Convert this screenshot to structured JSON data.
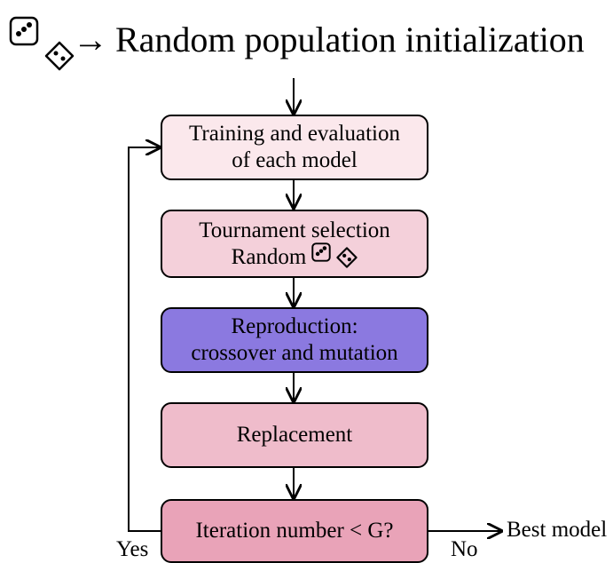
{
  "title": {
    "arrow": "→",
    "text": "Random population initialization"
  },
  "steps": [
    {
      "lines": [
        "Training and evaluation",
        "of each model"
      ],
      "fill": "#fbe8ec"
    },
    {
      "lines": [
        "Tournament selection"
      ],
      "prefix": "Random",
      "fill": "#f4d0da"
    },
    {
      "lines": [
        "Reproduction:",
        "crossover and mutation"
      ],
      "fill": "#8b79e0"
    },
    {
      "lines": [
        "Replacement"
      ],
      "fill": "#efbccb"
    },
    {
      "lines": [
        "Iteration number < G?"
      ],
      "fill": "#e9a3b8"
    }
  ],
  "labels": {
    "yes": "Yes",
    "no": "No",
    "output": "Best model"
  },
  "icons": [
    "dice-icon",
    "diamond-die-icon"
  ]
}
